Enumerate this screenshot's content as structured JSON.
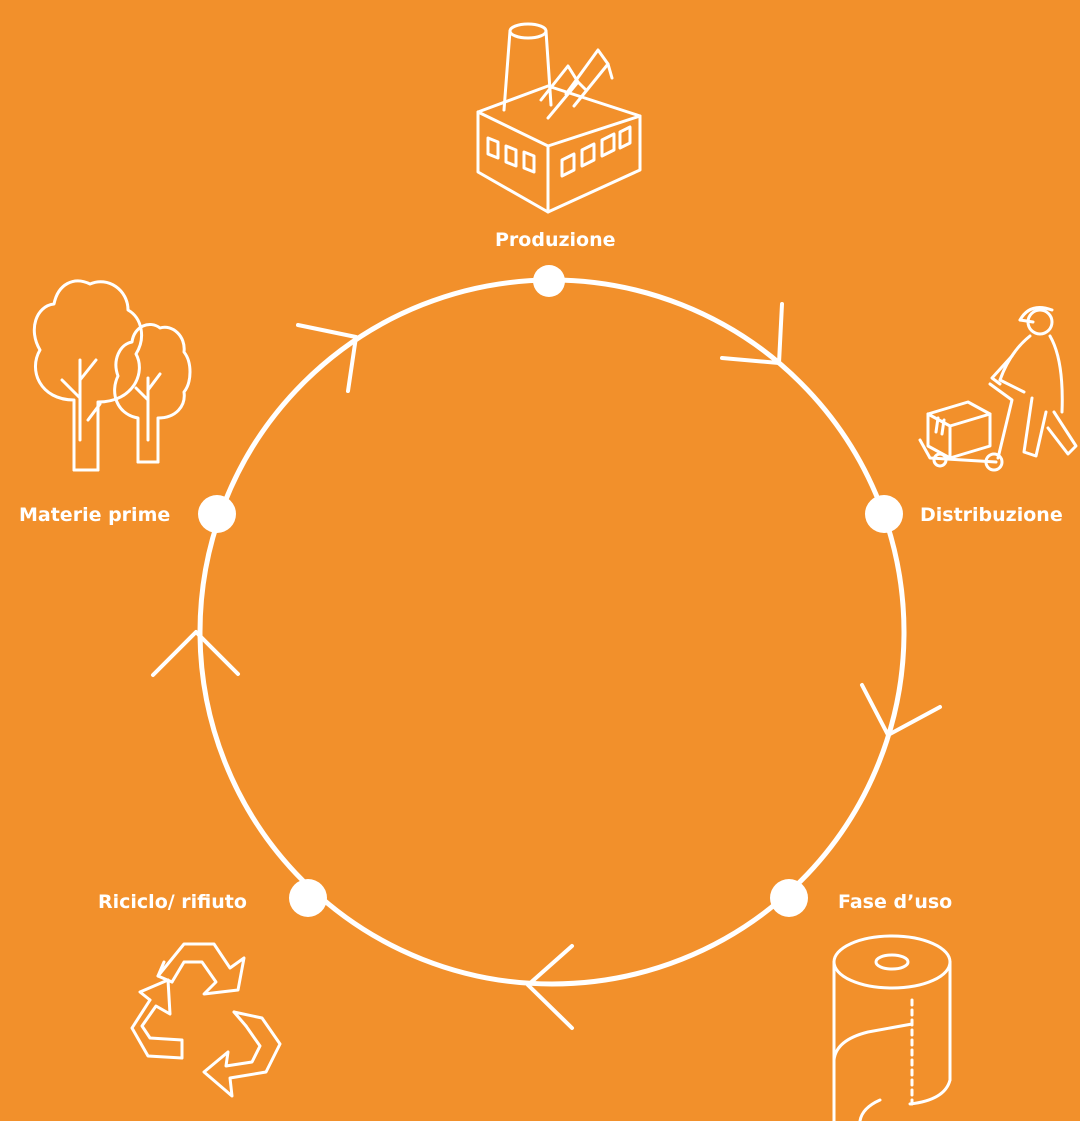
{
  "colors": {
    "background": "#F2902B",
    "line": "#FFFFFF"
  },
  "stages": [
    {
      "id": "produzione",
      "label": "Produzione",
      "icon": "factory-icon"
    },
    {
      "id": "distribuzione",
      "label": "Distribuzione",
      "icon": "delivery-worker-icon"
    },
    {
      "id": "fase_uso",
      "label": "Fase d’uso",
      "icon": "paper-towel-roll-icon"
    },
    {
      "id": "riciclo",
      "label": "Riciclo/ rifiuto",
      "icon": "recycle-icon"
    },
    {
      "id": "materie_prime",
      "label": "Materie prime",
      "icon": "trees-icon"
    }
  ]
}
